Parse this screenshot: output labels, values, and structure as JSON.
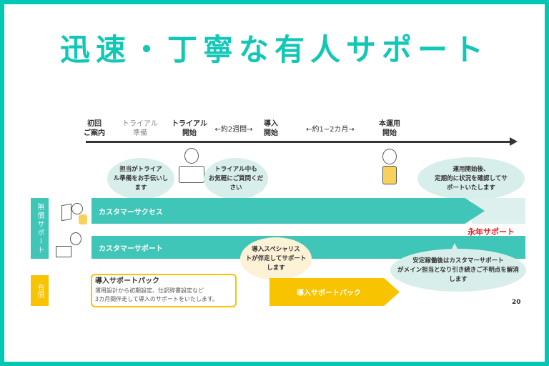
{
  "title": "迅速・丁寧な有人サポート",
  "timeline": [
    {
      "label": "初回\nご案内",
      "line1": "初回",
      "line2": "ご案内"
    },
    {
      "line1": "トライアル",
      "line2": "準備"
    },
    {
      "line1": "トライアル",
      "line2": "開始"
    },
    {
      "line1": "←約2週間→"
    },
    {
      "line1": "導入",
      "line2": "開始"
    },
    {
      "line1": "←約1~2カ月→"
    },
    {
      "line1": "本運用",
      "line2": "開始"
    }
  ],
  "bubbles": {
    "trial_prep": "担当がトライア\nル準備をお手伝いし\nます",
    "trial_mid": "トライアル中も\nお気軽にご質問くだ\nさい",
    "after_launch": "運用開始後、\n定期的に状況を確認してサ\nポートいたします",
    "specialist": "導入スペシャリス\nトが伴走してサポート\nします",
    "stable": "安定稼働後はカスタマーサポート\nがメイン担当となり引き続きご不明点を解消\nします"
  },
  "side_labels": {
    "free": "無償サポート",
    "paid": "有償"
  },
  "bars": {
    "customer_success": "カスタマーサクセス",
    "customer_support": "カスタマーサポート",
    "onboarding_pack": "導入サポートパック"
  },
  "forever_support": "永年サポート",
  "pack_box": {
    "heading": "導入サポートパック",
    "line1": "運用設計から初期設定、仕訳辞書設定など",
    "line2": "3カ月間伴走して導入のサポートをいたします。"
  },
  "page_number": "20",
  "colors": {
    "frame": "#00c8b4",
    "teal": "#40c6b8",
    "yellow": "#f8c300",
    "red": "#e8202a",
    "bubble": "#d8eeea"
  }
}
